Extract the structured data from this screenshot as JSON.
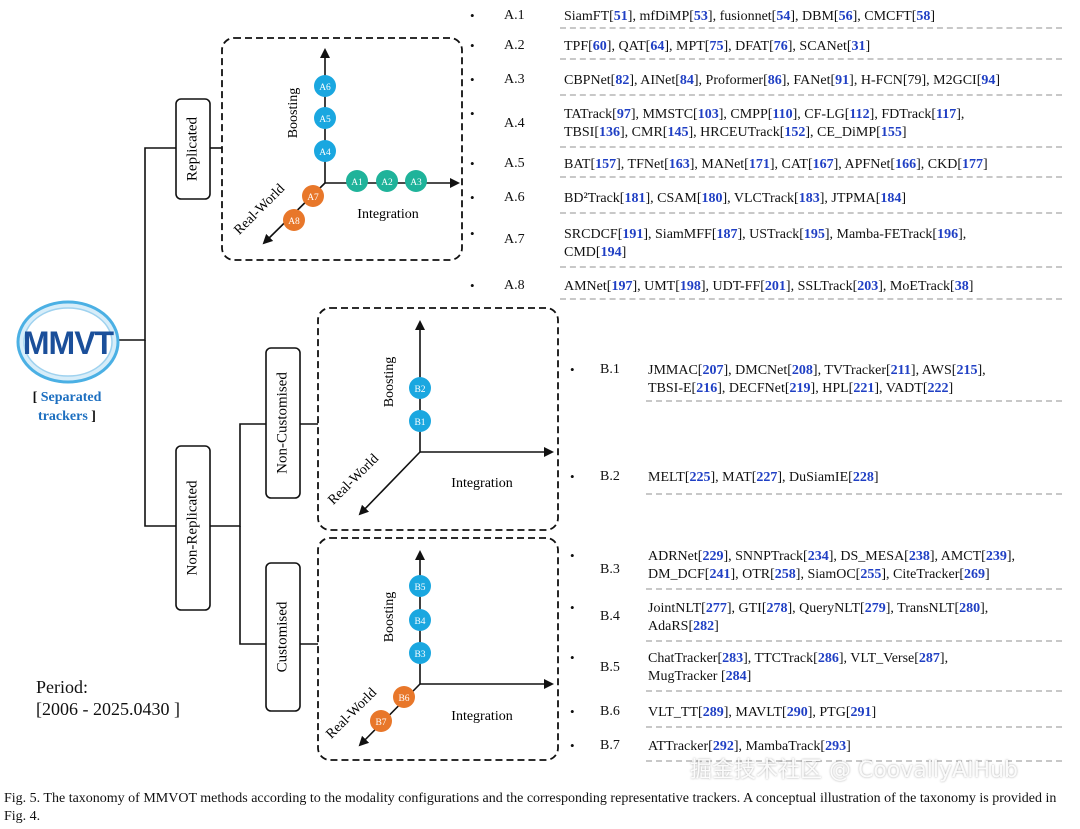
{
  "logo": {
    "text": "MMVT",
    "caption_open": "[",
    "caption_line1": "Separated",
    "caption_line2": "trackers",
    "caption_close": "]"
  },
  "branches": {
    "replicated": "Replicated",
    "non_replicated": "Non-Replicated",
    "non_customised": "Non-Customised",
    "customised": "Customised"
  },
  "diagram_a": {
    "nodes": {
      "a1": "A1",
      "a2": "A2",
      "a3": "A3",
      "a4": "A4",
      "a5": "A5",
      "a6": "A6",
      "a7": "A7",
      "a8": "A8"
    },
    "axis_boosting": "Boosting",
    "axis_integration": "Integration",
    "axis_realworld": "Real-World"
  },
  "diagram_b1": {
    "nodes": {
      "b1": "B1",
      "b2": "B2"
    },
    "axis_boosting": "Boosting",
    "axis_integration": "Integration",
    "axis_realworld": "Real-World"
  },
  "diagram_b2": {
    "nodes": {
      "b3": "B3",
      "b4": "B4",
      "b5": "B5",
      "b6": "B6",
      "b7": "B7"
    },
    "axis_boosting": "Boosting",
    "axis_integration": "Integration",
    "axis_realworld": "Real-World"
  },
  "colors": {
    "blue_node": "#1aa7e0",
    "teal_node": "#1fb39a",
    "orange_node": "#e8772a",
    "citation": "#1f3fc4"
  },
  "categories": [
    {
      "id": "A.1",
      "lines": [
        [
          [
            "SiamFT[",
            0
          ],
          [
            "51",
            1
          ],
          [
            "], mfDiMP[",
            0
          ],
          [
            "53",
            1
          ],
          [
            "], fusionnet[",
            0
          ],
          [
            "54",
            1
          ],
          [
            "], DBM[",
            0
          ],
          [
            "56",
            1
          ],
          [
            "], CMCFT[",
            0
          ],
          [
            "58",
            1
          ],
          [
            "]",
            0
          ]
        ]
      ]
    },
    {
      "id": "A.2",
      "lines": [
        [
          [
            "TPF[",
            0
          ],
          [
            "60",
            1
          ],
          [
            "], QAT[",
            0
          ],
          [
            "64",
            1
          ],
          [
            "], MPT[",
            0
          ],
          [
            "75",
            1
          ],
          [
            "], DFAT[",
            0
          ],
          [
            "76",
            1
          ],
          [
            "], SCANet[",
            0
          ],
          [
            "31",
            1
          ],
          [
            "]",
            0
          ]
        ]
      ]
    },
    {
      "id": "A.3",
      "lines": [
        [
          [
            "CBPNet[",
            0
          ],
          [
            "82",
            1
          ],
          [
            "], AINet[",
            0
          ],
          [
            "84",
            1
          ],
          [
            "], Proformer[",
            0
          ],
          [
            "86",
            1
          ],
          [
            "], FANet[",
            0
          ],
          [
            "91",
            1
          ],
          [
            "], H-FCN[79], M2GCI[",
            0
          ],
          [
            "94",
            1
          ],
          [
            "]",
            0
          ]
        ]
      ]
    },
    {
      "id": "A.4",
      "lines": [
        [
          [
            "TATrack[",
            0
          ],
          [
            "97",
            1
          ],
          [
            "], MMSTC[",
            0
          ],
          [
            "103",
            1
          ],
          [
            "], CMPP[",
            0
          ],
          [
            "110",
            1
          ],
          [
            "], CF-LG[",
            0
          ],
          [
            "112",
            1
          ],
          [
            "], FDTrack[",
            0
          ],
          [
            "117",
            1
          ],
          [
            "],",
            0
          ]
        ],
        [
          [
            "TBSI[",
            0
          ],
          [
            "136",
            1
          ],
          [
            "], CMR[",
            0
          ],
          [
            "145",
            1
          ],
          [
            "], HRCEUTrack[",
            0
          ],
          [
            "152",
            1
          ],
          [
            "], CE_DiMP[",
            0
          ],
          [
            "155",
            1
          ],
          [
            "]",
            0
          ]
        ]
      ]
    },
    {
      "id": "A.5",
      "lines": [
        [
          [
            "BAT[",
            0
          ],
          [
            "157",
            1
          ],
          [
            "], TFNet[",
            0
          ],
          [
            "163",
            1
          ],
          [
            "], MANet[",
            0
          ],
          [
            "171",
            1
          ],
          [
            "], CAT[",
            0
          ],
          [
            "167",
            1
          ],
          [
            "], APFNet[",
            0
          ],
          [
            "166",
            1
          ],
          [
            "], CKD[",
            0
          ],
          [
            "177",
            1
          ],
          [
            "]",
            0
          ]
        ]
      ]
    },
    {
      "id": "A.6",
      "lines": [
        [
          [
            "BD²Track[",
            0
          ],
          [
            "181",
            1
          ],
          [
            "], CSAM[",
            0
          ],
          [
            "180",
            1
          ],
          [
            "], VLCTrack[",
            0
          ],
          [
            "183",
            1
          ],
          [
            "], JTPMA[",
            0
          ],
          [
            "184",
            1
          ],
          [
            "]",
            0
          ]
        ]
      ]
    },
    {
      "id": "A.7",
      "lines": [
        [
          [
            "SRCDCF[",
            0
          ],
          [
            "191",
            1
          ],
          [
            "], SiamMFF[",
            0
          ],
          [
            "187",
            1
          ],
          [
            "], USTrack[",
            0
          ],
          [
            "195",
            1
          ],
          [
            "], Mamba-FETrack[",
            0
          ],
          [
            "196",
            1
          ],
          [
            "],",
            0
          ]
        ],
        [
          [
            "CMD[",
            0
          ],
          [
            "194",
            1
          ],
          [
            "]",
            0
          ]
        ]
      ]
    },
    {
      "id": "A.8",
      "lines": [
        [
          [
            "AMNet[",
            0
          ],
          [
            "197",
            1
          ],
          [
            "], UMT[",
            0
          ],
          [
            "198",
            1
          ],
          [
            "], UDT-FF[",
            0
          ],
          [
            "201",
            1
          ],
          [
            "], SSLTrack[",
            0
          ],
          [
            "203",
            1
          ],
          [
            "], MoETrack[",
            0
          ],
          [
            "38",
            1
          ],
          [
            "]",
            0
          ]
        ]
      ]
    },
    {
      "id": "B.1",
      "lines": [
        [
          [
            "JMMAC[",
            0
          ],
          [
            "207",
            1
          ],
          [
            "], DMCNet[",
            0
          ],
          [
            "208",
            1
          ],
          [
            "], TVTracker[",
            0
          ],
          [
            "211",
            1
          ],
          [
            "], AWS[",
            0
          ],
          [
            "215",
            1
          ],
          [
            "],",
            0
          ]
        ],
        [
          [
            "TBSI-E[",
            0
          ],
          [
            "216",
            1
          ],
          [
            "], DECFNet[",
            0
          ],
          [
            "219",
            1
          ],
          [
            "], HPL[",
            0
          ],
          [
            "221",
            1
          ],
          [
            "], VADT[",
            0
          ],
          [
            "222",
            1
          ],
          [
            "]",
            0
          ]
        ]
      ]
    },
    {
      "id": "B.2",
      "lines": [
        [
          [
            "MELT[",
            0
          ],
          [
            "225",
            1
          ],
          [
            "], MAT[",
            0
          ],
          [
            "227",
            1
          ],
          [
            "], DuSiamIE[",
            0
          ],
          [
            "228",
            1
          ],
          [
            "]",
            0
          ]
        ]
      ]
    },
    {
      "id": "B.3",
      "lines": [
        [
          [
            "ADRNet[",
            0
          ],
          [
            "229",
            1
          ],
          [
            "], SNNPTrack[",
            0
          ],
          [
            "234",
            1
          ],
          [
            "], DS_MESA[",
            0
          ],
          [
            "238",
            1
          ],
          [
            "], AMCT[",
            0
          ],
          [
            "239",
            1
          ],
          [
            "],",
            0
          ]
        ],
        [
          [
            "DM_DCF[",
            0
          ],
          [
            "241",
            1
          ],
          [
            "], OTR[",
            0
          ],
          [
            "258",
            1
          ],
          [
            "], SiamOC[",
            0
          ],
          [
            "255",
            1
          ],
          [
            "], CiteTracker[",
            0
          ],
          [
            "269",
            1
          ],
          [
            "]",
            0
          ]
        ]
      ]
    },
    {
      "id": "B.4",
      "lines": [
        [
          [
            "JointNLT[",
            0
          ],
          [
            "277",
            1
          ],
          [
            "], GTI[",
            0
          ],
          [
            "278",
            1
          ],
          [
            "], QueryNLT[",
            0
          ],
          [
            "279",
            1
          ],
          [
            "], TransNLT[",
            0
          ],
          [
            "280",
            1
          ],
          [
            "],",
            0
          ]
        ],
        [
          [
            "AdaRS[",
            0
          ],
          [
            "282",
            1
          ],
          [
            "]",
            0
          ]
        ]
      ]
    },
    {
      "id": "B.5",
      "lines": [
        [
          [
            "ChatTracker[",
            0
          ],
          [
            "283",
            1
          ],
          [
            "], TTCTrack[",
            0
          ],
          [
            "286",
            1
          ],
          [
            "], VLT_Verse[",
            0
          ],
          [
            "287",
            1
          ],
          [
            "],",
            0
          ]
        ],
        [
          [
            "MugTracker [",
            0
          ],
          [
            "284",
            1
          ],
          [
            "]",
            0
          ]
        ]
      ]
    },
    {
      "id": "B.6",
      "lines": [
        [
          [
            "VLT_TT[",
            0
          ],
          [
            "289",
            1
          ],
          [
            "], MAVLT[",
            0
          ],
          [
            "290",
            1
          ],
          [
            "], PTG[",
            0
          ],
          [
            "291",
            1
          ],
          [
            "]",
            0
          ]
        ]
      ]
    },
    {
      "id": "B.7",
      "lines": [
        [
          [
            "ATTracker[",
            0
          ],
          [
            "292",
            1
          ],
          [
            "], MambaTrack[",
            0
          ],
          [
            "293",
            1
          ],
          [
            "]",
            0
          ]
        ]
      ]
    }
  ],
  "period": {
    "label": "Period:",
    "range": "[2006 - 2025.0430 ]"
  },
  "caption": "Fig. 5.  The taxonomy of MMVOT methods according to the modality configurations and the corresponding representative trackers. A conceptual illustration of the taxonomy is provided in Fig. 4.",
  "watermark": "掘金技术社区 @ CoovallyAIHub"
}
